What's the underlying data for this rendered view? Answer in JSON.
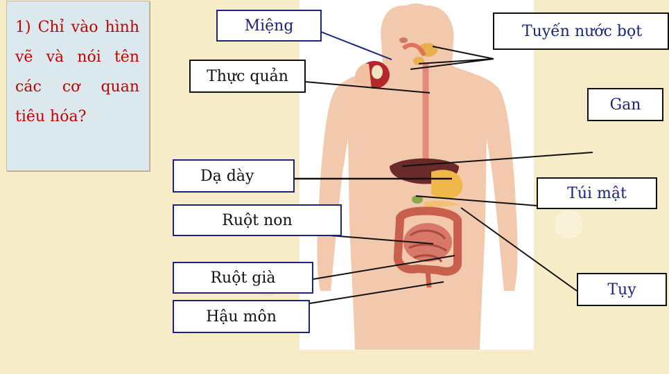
{
  "question": "1) Chỉ vào hình vẽ và nói tên các cơ quan tiêu hóa?",
  "labels": {
    "mieng": "Miệng",
    "tuyen_nuoc_bot": "Tuyến nước bọt",
    "thuc_quan": "Thực quản",
    "gan": "Gan",
    "da_day": "Dạ dày",
    "tui_mat": "Túi mật",
    "ruot_non": "Ruột non",
    "ruot_gia": "Ruột già",
    "tuy": "Tụy",
    "hau_mon": "Hậu môn"
  },
  "colors": {
    "question_text": "#c00000",
    "question_bg": "#dbe9ee",
    "label_text": "#1a237e",
    "body_skin": "#f3c9ad",
    "page_bg": "#f7ecc8"
  }
}
